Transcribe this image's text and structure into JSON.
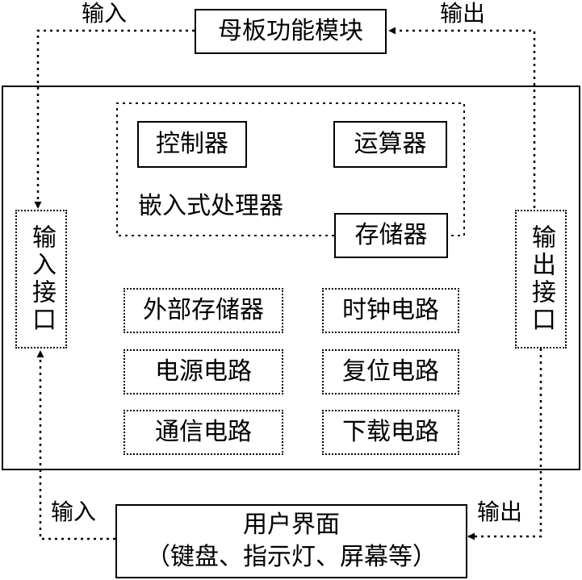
{
  "nodes": {
    "mainboard": "母板功能模块",
    "controller": "控制器",
    "alu": "运算器",
    "processor": "嵌入式处理器",
    "memory": "存储器",
    "input_port": "输入接口",
    "output_port": "输出接口",
    "ext_memory": "外部存储器",
    "clock": "时钟电路",
    "power": "电源电路",
    "reset": "复位电路",
    "comm": "通信电路",
    "download": "下载电路",
    "ui_title": "用户界面",
    "ui_detail": "（键盘、指示灯、屏幕等）"
  },
  "edges": {
    "mainboard_to_input": "输入",
    "output_to_mainboard": "输出",
    "ui_to_input": "输入",
    "output_to_ui": "输出"
  }
}
